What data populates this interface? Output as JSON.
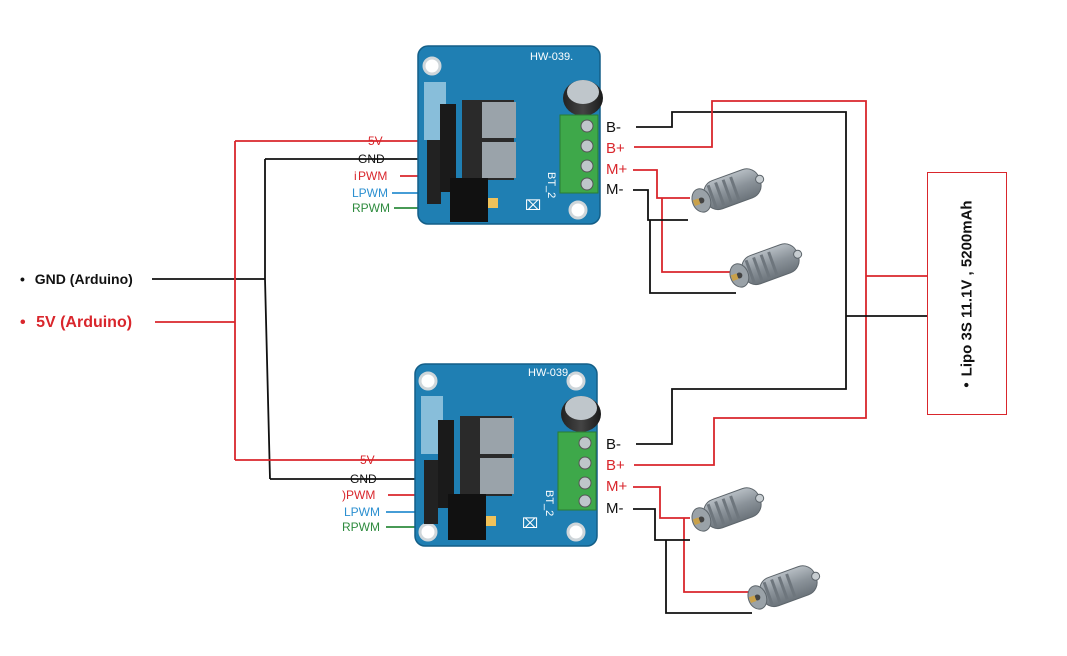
{
  "arduino": {
    "gnd_label": "GND (Arduino)",
    "v5_label": "5V (Arduino)",
    "bullet": "•"
  },
  "driver_top": {
    "model": "HW-039.",
    "silk": "BT_2",
    "pins": [
      "5V",
      "GND",
      "PWM",
      "LPWM",
      "RPWM"
    ],
    "pins_prefix": [
      "",
      "",
      "i",
      "",
      ""
    ],
    "terminals": [
      "B-",
      "B+",
      "M+",
      "M-"
    ]
  },
  "driver_bottom": {
    "model": "HW-039.",
    "silk": "BT_2",
    "pins": [
      "5V",
      "GND",
      "PWM",
      "LPWM",
      "RPWM"
    ],
    "pins_prefix": [
      "",
      "",
      ")",
      "",
      ""
    ],
    "terminals": [
      "B-",
      "B+",
      "M+",
      "M-"
    ]
  },
  "battery": {
    "bullet": "•",
    "label": "Lipo 3S 11.1V , 5200mAh"
  },
  "colors": {
    "red": "#d9262c",
    "black": "#111111",
    "blue": "#2b8fd0",
    "green": "#2e8b3e",
    "pcb": "#1f7fb3",
    "terminal": "#3ea84a",
    "motor": "#8a9299"
  },
  "icons": [
    "capacitor-icon",
    "motor-icon",
    "screw-terminal-icon",
    "mosfet-icon"
  ]
}
